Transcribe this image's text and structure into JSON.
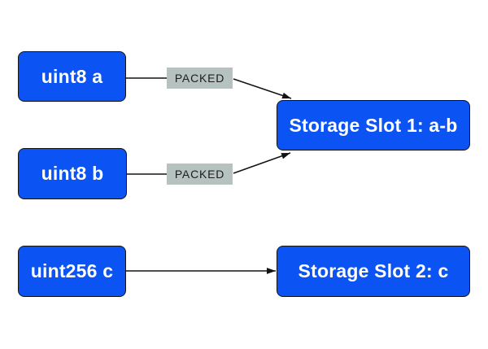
{
  "diagram": {
    "description": "Storage slot packing diagram",
    "nodes": [
      {
        "id": "uint8-a",
        "label": "uint8 a"
      },
      {
        "id": "uint8-b",
        "label": "uint8 b"
      },
      {
        "id": "uint256-c",
        "label": "uint256 c"
      },
      {
        "id": "storage-slot-1",
        "label": "Storage Slot 1: a-b"
      },
      {
        "id": "storage-slot-2",
        "label": "Storage Slot 2: c"
      }
    ],
    "edges": [
      {
        "from": "uint8-a",
        "to": "storage-slot-1",
        "label": "PACKED"
      },
      {
        "from": "uint8-b",
        "to": "storage-slot-1",
        "label": "PACKED"
      },
      {
        "from": "uint256-c",
        "to": "storage-slot-2",
        "label": ""
      }
    ],
    "colors": {
      "background": "#ffffff",
      "node_fill": "#0b53f2",
      "node_border": "#131313",
      "node_text": "#ffffff",
      "edge_label_bg": "#b6c2bf",
      "edge_label_text": "#1d1d1d",
      "edge_stroke": "#131313"
    }
  }
}
